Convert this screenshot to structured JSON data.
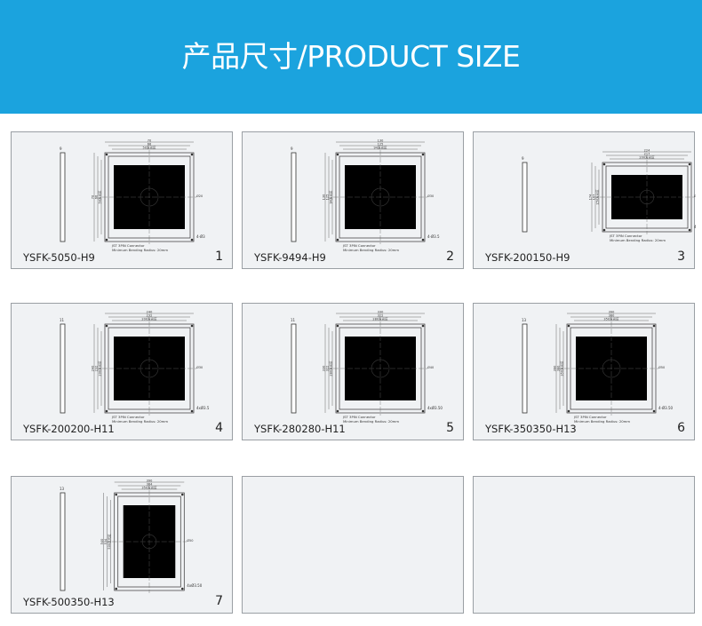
{
  "header": {
    "title": "产品尺寸/PRODUCT SIZE",
    "color": "#1ba3de"
  },
  "cards": [
    {
      "model": "YSFK-5050-H9",
      "number": "1",
      "aspect": 1.0,
      "top_dims": [
        "70",
        "66",
        "50发光区"
      ],
      "left_dims": [
        "70",
        "66",
        "50发光区"
      ],
      "side": "9",
      "hole": "4-Ø3",
      "circle": "Ø20",
      "note": [
        "JST 3PIN Connector",
        "Minimum Bending Radius: 20mm"
      ]
    },
    {
      "model": "YSFK-9494-H9",
      "number": "2",
      "aspect": 1.0,
      "top_dims": [
        "130",
        "125",
        "94发光区"
      ],
      "left_dims": [
        "130",
        "125",
        "94发光区"
      ],
      "side": "9",
      "hole": "4-Ø3.5",
      "circle": "Ø30",
      "note": [
        "JST 3PIN Connector",
        "Minimum Bending Radius: 20mm"
      ]
    },
    {
      "model": "YSFK-200150-H9",
      "number": "3",
      "aspect": 0.78,
      "top_dims": [
        "224",
        "217",
        "200发光区"
      ],
      "left_dims": [
        "174",
        "167",
        "150发光区"
      ],
      "side": "9",
      "hole": "4-Ø3.20",
      "circle": "Ø30",
      "note": [
        "JST 3PIN Connector",
        "Minimum Bending Radius: 20mm"
      ]
    },
    {
      "model": "YSFK-200200-H11",
      "number": "4",
      "aspect": 1.0,
      "top_dims": [
        "240",
        "232",
        "200发光区"
      ],
      "left_dims": [
        "240",
        "232",
        "200发光区"
      ],
      "side": "11",
      "hole": "4xØ3.5",
      "circle": "Ø30",
      "note": [
        "JST 3PIN Connector",
        "Minimum Bending Radius: 20mm"
      ]
    },
    {
      "model": "YSFK-280280-H11",
      "number": "5",
      "aspect": 1.0,
      "top_dims": [
        "330",
        "322",
        "280发光区"
      ],
      "left_dims": [
        "330",
        "322",
        "280发光区"
      ],
      "side": "11",
      "hole": "4xØ3.50",
      "circle": "Ø40",
      "note": [
        "JST 3PIN Connector",
        "Minimum Bending Radius: 20mm"
      ]
    },
    {
      "model": "YSFK-350350-H13",
      "number": "6",
      "aspect": 1.0,
      "top_dims": [
        "390",
        "380",
        "350发光区"
      ],
      "left_dims": [
        "390",
        "380",
        "350发光区"
      ],
      "side": "13",
      "hole": "4-Ø3.50",
      "circle": "Ø50",
      "note": [
        "JST 3PIN Connector",
        "Minimum Bending Radius: 20mm"
      ]
    },
    {
      "model": "YSFK-500350-H13",
      "number": "7",
      "aspect": 1.4,
      "top_dims": [
        "390",
        "384",
        "350发光区"
      ],
      "left_dims": [
        "540",
        "534",
        "500发光区"
      ],
      "side": "13",
      "hole": "4xØ3.50",
      "circle": "Ø50",
      "note": []
    },
    {
      "model": "",
      "number": "",
      "empty": true
    },
    {
      "model": "",
      "number": "",
      "empty": true
    }
  ]
}
